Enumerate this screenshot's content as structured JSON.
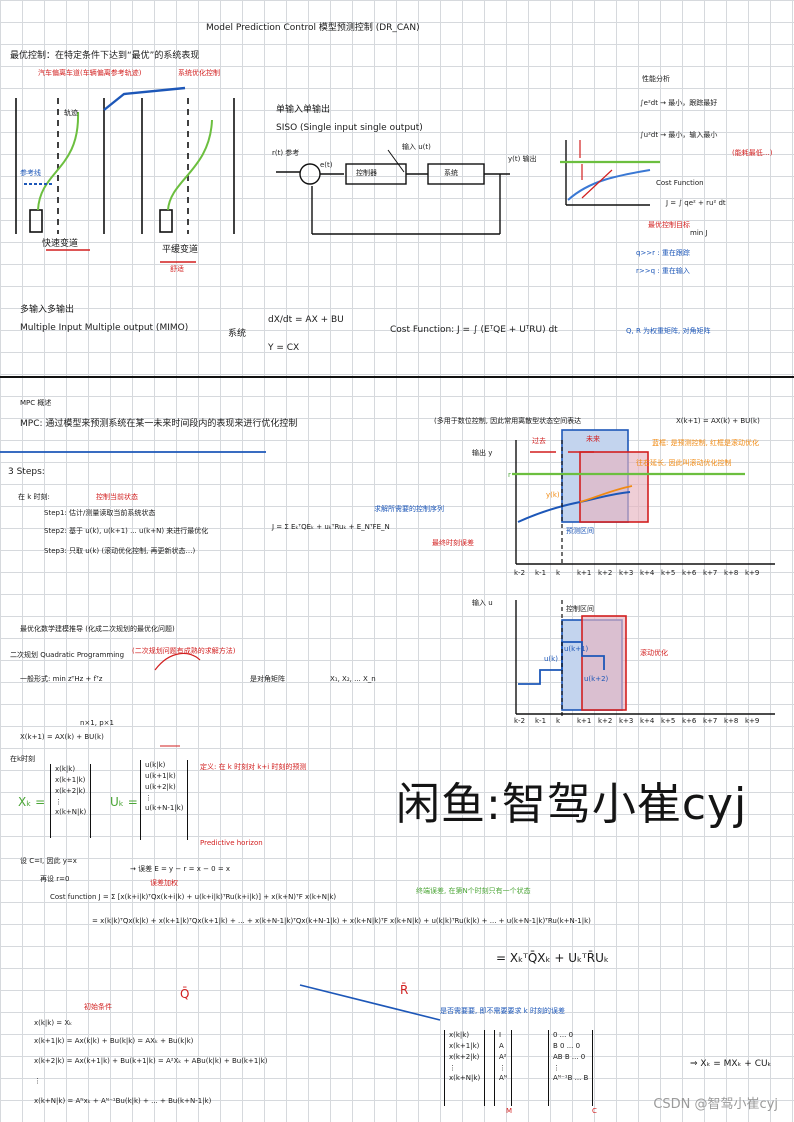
{
  "title": "Model Prediction Control 模型预测控制 (DR_CAN)",
  "section1": {
    "heading": "最优控制：在特定条件下达到“最优”的系统表现",
    "red_label": "汽车偏离车道(车辆偏离参考轨迹)",
    "red_label2": "系统优化控制",
    "lane_label": "轨迹",
    "blue_label": "参考线",
    "left_caption": "快速变道",
    "right_caption": "平缓变道",
    "right_caption_sub": "舒适",
    "siso_title": "单输入单输出",
    "siso_sub": "SISO (Single input single output)",
    "diagram": {
      "ref": "r(t) 参考",
      "error": "e(t)",
      "input": "输入 u(t)",
      "controller": "控制器",
      "system": "系统",
      "output": "y(t) 输出"
    },
    "analysis_title": "性能分析",
    "analysis_1": "∫e²dt → 最小，跟踪最好",
    "analysis_2": "∫u²dt → 最小，输入最小",
    "analysis_3": "(能耗最低…)",
    "cost_function_title": "Cost Function",
    "cost_function": "J = ∫ qe² + ru² dt",
    "optimal_label": "最优控制目标",
    "min_j": "min J",
    "q_large": "q>>r : 重在跟踪",
    "r_large": "r>>q : 重在输入",
    "mimo_title": "多输入多输出",
    "mimo_sub": "Multiple Input Multiple output (MIMO)",
    "state_eq_1": "dX/dt = AX + BU",
    "state_eq_2": "Y = CX",
    "system_label": "系统",
    "mimo_cost": "Cost Function: J = ∫ (EᵀQE + UᵀRU) dt",
    "weights_note": "Q, R 为权重矩阵, 对角矩阵"
  },
  "section2": {
    "heading": "MPC 概述",
    "description": "MPC: 通过模型来预测系统在某一未来时间段内的表现来进行优化控制",
    "note": "(多用于数位控制, 因此常用离散型状态空间表达",
    "discrete_eq": "X(k+1) = AX(k) + BU(k)",
    "steps_title": "3 Steps:",
    "at_k": "在 k 时刻:",
    "step1": "Step1: 估计/测量读取当前系统状态",
    "step1_red": "控制当前状态",
    "step2": "Step2: 基于 u(k), u(k+1) ... u(k+N) 来进行最优化",
    "step2_cost": "J = Σ EₖᵀQEₖ + uₖᵀRuₖ + E_NᵀFE_N",
    "step2_blue": "求解所需要的控制序列",
    "step2_red": "最终时刻误差",
    "step3": "Step3: 只取 u(k) (滚动优化控制, 再更新状态…)",
    "chart1": {
      "ylabel": "输出 y",
      "past": "过去",
      "future": "未来",
      "ref": "r",
      "yk": "y(k)",
      "pred_label": "预测区间",
      "xticks": [
        "k-2",
        "k-1",
        "k",
        "k+1",
        "k+2",
        "k+3",
        "k+4",
        "k+5",
        "k+6",
        "k+7",
        "k+8",
        "k+9"
      ],
      "orange_note": "蓝框: 是预测控制, 红框是滚动优化",
      "orange_note2": "往右延长, 因此叫滚动优化控制"
    },
    "chart2": {
      "ylabel": "输入 u",
      "control_label": "控制区间",
      "uk": "u(k)",
      "uk1": "u(k+1)",
      "uk2": "u(k+2)",
      "right_note": "滚动优化",
      "xticks": [
        "k-2",
        "k-1",
        "k",
        "k+1",
        "k+2",
        "k+3",
        "k+4",
        "k+5",
        "k+6",
        "k+7",
        "k+8",
        "k+9"
      ]
    }
  },
  "section3": {
    "heading": "最优化数学建模推导 (化成二次规划的最优化问题)",
    "qp_label": "二次规划 Quadratic Programming",
    "qp_note": "(二次规划问题有成熟的求解方法)",
    "general_form": "一般形式: min zᵀHz + fᵀz",
    "general_note": "是对角矩阵",
    "diag_vector": "X₁, X₂, ... X_n",
    "state_def": "X(k+1) = AX(k) + BU(k)",
    "state_sizes": "n×1, p×1",
    "in_k": "在k时刻",
    "red_note": "定义: 在 k 时刻对 k+i 时刻的预测",
    "red_note2": "Predictive horizon",
    "xk_label": "Xₖ =",
    "uk_label": "Uₖ =",
    "xk_rows": [
      "x(k|k)",
      "x(k+1|k)",
      "x(k+2|k)",
      "⋮",
      "x(k+N|k)"
    ],
    "uk_rows": [
      "u(k|k)",
      "u(k+1|k)",
      "u(k+2|k)",
      "⋮",
      "u(k+N-1|k)"
    ],
    "assume_y": "设 C=I, 因此 y=x",
    "assume_r": "再设 r=0",
    "error_def": "→ 误差 E = y − r = x − 0 = x",
    "error_red": "误差加权",
    "cost_line": "Cost function  J = Σ [x(k+i|k)ᵀQx(k+i|k) + u(k+i|k)ᵀRu(k+i|k)] + x(k+N)ᵀF x(k+N|k)",
    "terminal_note": "终端误差, 在第N个时刻只有一个状态",
    "expand": "= x(k|k)ᵀQx(k|k) + x(k+1|k)ᵀQx(k+1|k) + ... + x(k+N-1|k)ᵀQx(k+N-1|k) + x(k+N|k)ᵀF x(k+N|k) + u(k|k)ᵀRu(k|k) + ... + u(k+N-1|k)ᵀRu(k+N-1|k)",
    "q_bar": "Q̄",
    "r_bar": "R̄",
    "result": "= XₖᵀQ̄Xₖ + UₖᵀR̄Uₖ",
    "pred_lines": [
      "x(k|k) = Xₖ",
      "x(k+1|k) = Ax(k|k) + Bu(k|k) = AXₖ + Bu(k|k)",
      "x(k+2|k) = Ax(k+1|k) + Bu(k+1|k) = A²Xₖ + ABu(k|k) + Bu(k+1|k)",
      "⋮",
      "x(k+N|k) = Aᴺxₖ + Aᴺ⁻¹Bu(k|k) + ... + Bu(k+N-1|k)"
    ],
    "init_note": "初始条件",
    "bottom_blue": "是否需要要, 即不需要要求 k 时刻的误差",
    "m_label": "M",
    "c_label": "C",
    "final": "⇒ Xₖ = MXₖ + CUₖ",
    "m_rows": [
      "I",
      "A",
      "A²",
      "⋮",
      "Aᴺ"
    ],
    "c_rows": [
      "0 ... 0",
      "B 0 ... 0",
      "AB B ... 0",
      "⋮",
      "Aᴺ⁻¹B ... B"
    ]
  },
  "watermark": "闲鱼:智驾小崔cyj",
  "csdn": "CSDN @智驾小崔cyj",
  "colors": {
    "red": "#d21f1f",
    "blue": "#1d57b8",
    "green": "#4aa535",
    "orange": "#f08a12",
    "pink": "#e8aab8",
    "lightblue": "#a9c4e8"
  }
}
